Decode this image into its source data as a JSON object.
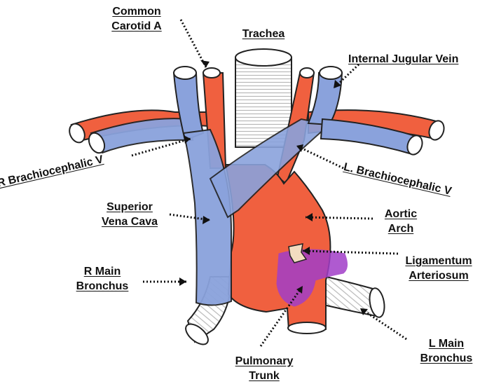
{
  "labels": {
    "common_carotid": [
      "Common",
      "Carotid A"
    ],
    "trachea": "Trachea",
    "internal_jugular": "Internal Jugular Vein",
    "r_brachiocephalic": "R Brachiocephalic V",
    "l_brachiocephalic": "L. Brachiocephalic V",
    "superior_vena_cava": [
      "Superior",
      "Vena Cava"
    ],
    "aortic_arch": [
      "Aortic",
      "Arch"
    ],
    "r_main_bronchus": [
      "R Main",
      "Bronchus"
    ],
    "ligamentum_arteriosum": [
      "Ligamentum",
      "Arteriosum"
    ],
    "l_main_bronchus": [
      "L Main",
      "Bronchus"
    ],
    "pulmonary_trunk": [
      "Pulmonary",
      "Trunk"
    ]
  },
  "colors": {
    "artery": "#f0603f",
    "vein": "#8aa2dc",
    "pulmonary_trunk": "#a23ec8",
    "trachea_fill": "#ffffff",
    "trachea_stripe": "#b8b8b8",
    "ligamentum": "#f3dcc0",
    "outline": "#222222"
  }
}
